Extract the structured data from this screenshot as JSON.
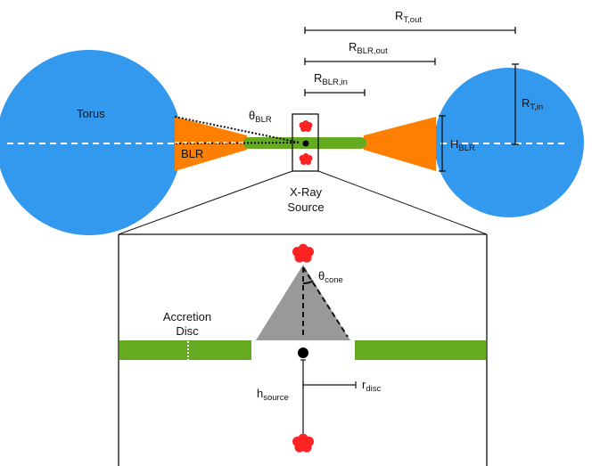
{
  "colors": {
    "torus": "#3399ee",
    "blr": "#ff8000",
    "disc": "#66aa22",
    "cone": "#999999",
    "cloud": "#ff2222",
    "line": "#111111"
  },
  "labels": {
    "torus": "Torus",
    "blr": "BLR",
    "theta_blr": {
      "main": "θ",
      "sub": "BLR"
    },
    "xray_line1": "X-Ray",
    "xray_line2": "Source",
    "r_t_out": {
      "main": "R",
      "sub": "T,out"
    },
    "r_blr_out": {
      "main": "R",
      "sub": "BLR,out"
    },
    "r_blr_in": {
      "main": "R",
      "sub": "BLR,in"
    },
    "r_t_in": {
      "main": "R",
      "sub": "T,in"
    },
    "h_blr": {
      "main": "H",
      "sub": "BLR"
    },
    "theta_cone": {
      "main": "θ",
      "sub": "cone"
    },
    "accretion_line1": "Accretion",
    "accretion_line2": "Disc",
    "h_source": {
      "main": "h",
      "sub": "source"
    },
    "r_disc": {
      "main": "r",
      "sub": "disc"
    }
  }
}
